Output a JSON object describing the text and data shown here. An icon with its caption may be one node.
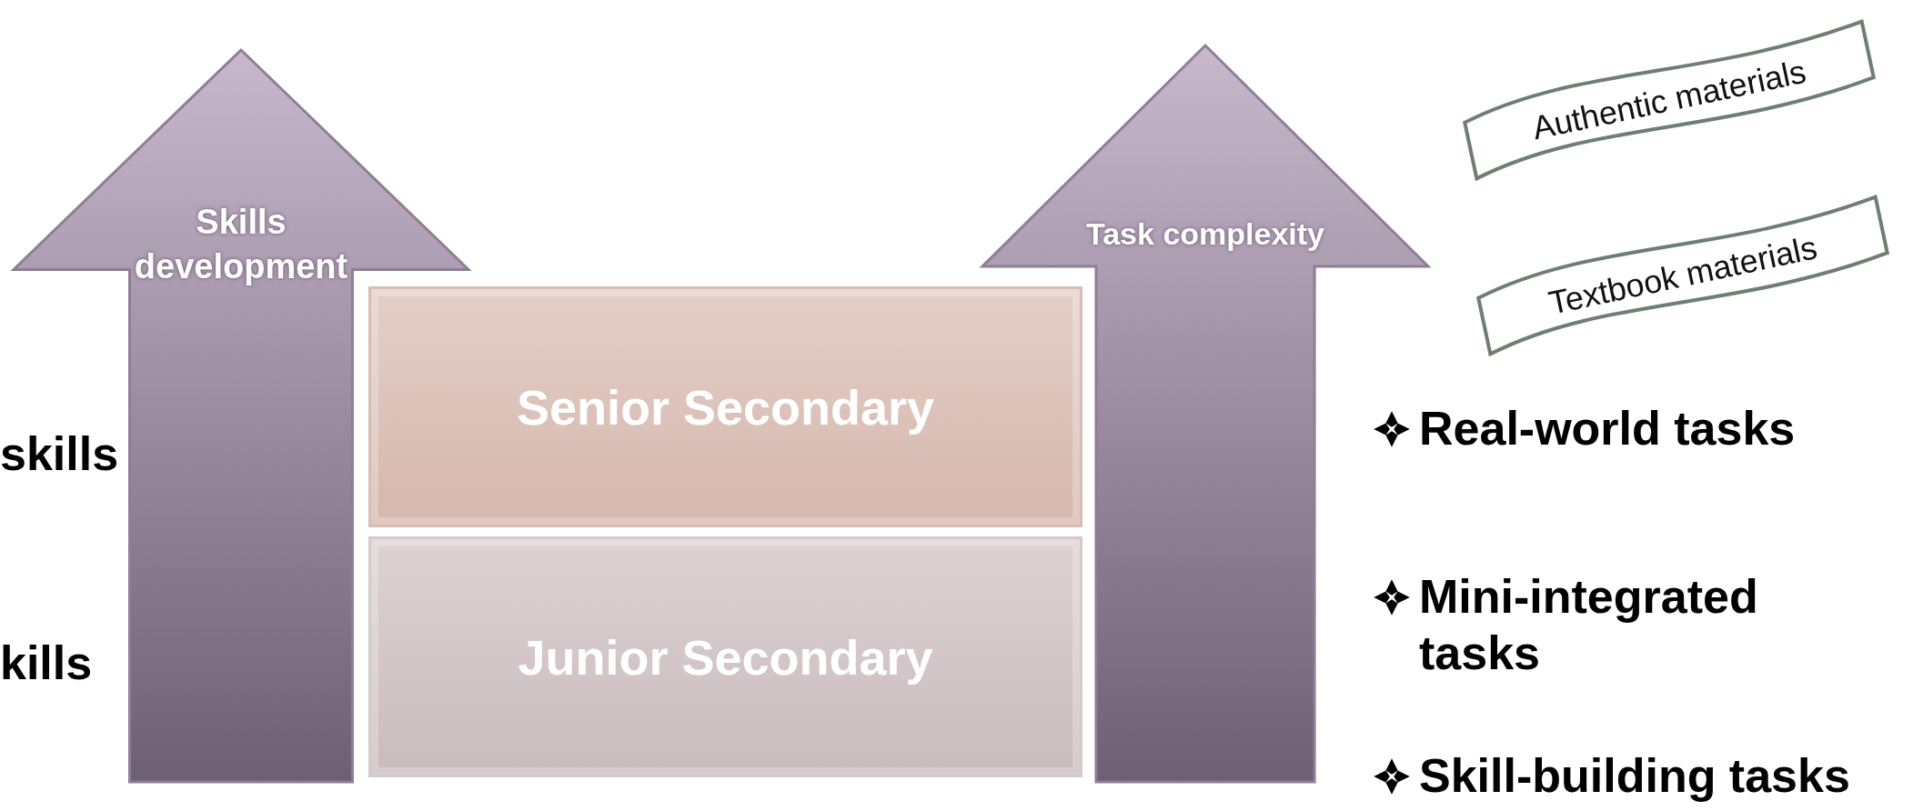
{
  "diagram": {
    "nodes": [
      {
        "text": [
          "Skills development"
        ]
      },
      {
        "text": [
          "Senior Secondary"
        ]
      },
      {
        "text": [
          "Junior Secondary"
        ]
      },
      {
        "text": [
          "Task complexity"
        ]
      },
      {
        "text": [
          "Authentic materials"
        ]
      },
      {
        "text": [
          "Textbook materials"
        ]
      }
    ],
    "labels": [
      "skills",
      "kills",
      "Real-world tasks",
      "Mini-integrated tasks",
      "Skill-building tasks"
    ]
  }
}
